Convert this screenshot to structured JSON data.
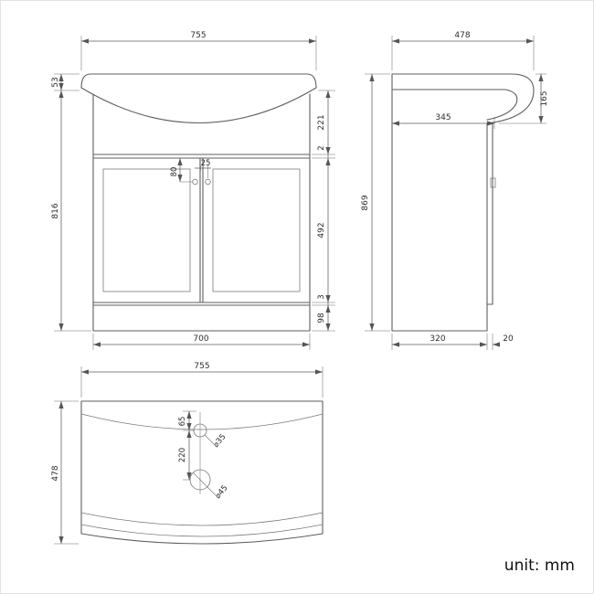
{
  "footer": {
    "unit_label": "unit: mm"
  },
  "front_view": {
    "dims": {
      "overall_width": "755",
      "basin_rim_height": "53",
      "cabinet_height": "816",
      "basin_section_height": "221",
      "top_gap": "2",
      "door_height": "492",
      "bottom_gap": "3",
      "plinth_height": "98",
      "cabinet_width": "700",
      "handle_drop": "80",
      "handle_offset": "25"
    }
  },
  "side_view": {
    "dims": {
      "overall_depth": "478",
      "overall_height": "869",
      "basin_inner_depth": "345",
      "basin_front_height": "165",
      "carcass_depth": "320",
      "door_thickness": "20"
    }
  },
  "plan_view": {
    "dims": {
      "overall_width": "755",
      "overall_depth": "478",
      "tap_hole_offset": "65",
      "hole_spacing": "220",
      "tap_hole_diameter": "⌀35",
      "waste_hole_diameter": "⌀45"
    }
  }
}
